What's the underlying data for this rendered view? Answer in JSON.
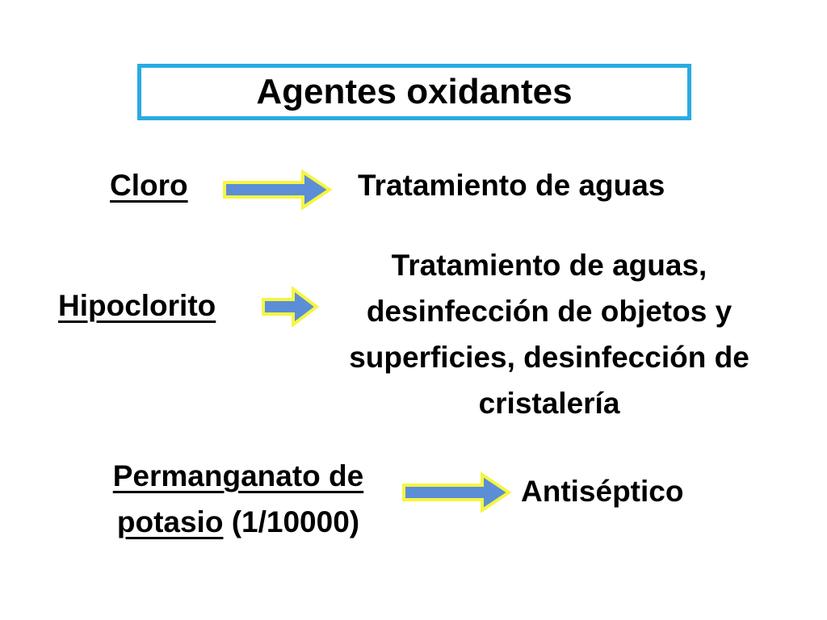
{
  "title": "Agentes oxidantes",
  "rows": [
    {
      "agent": "Cloro",
      "use": "Tratamiento de aguas"
    },
    {
      "agent": "Hipoclorito",
      "use": "Tratamiento de aguas, desinfección de objetos y superficies, desinfección de cristalería"
    },
    {
      "agent_line1": "Permanganato de",
      "agent_line2_underlined": "potasio",
      "agent_line2_suffix": " (1/10000)",
      "use": "Antiséptico"
    }
  ],
  "colors": {
    "title_border": "#29abe2",
    "arrow_fill": "#5b8ed6",
    "arrow_outline": "#f5f542"
  },
  "icons": {
    "arrow": "right-arrow-icon"
  }
}
